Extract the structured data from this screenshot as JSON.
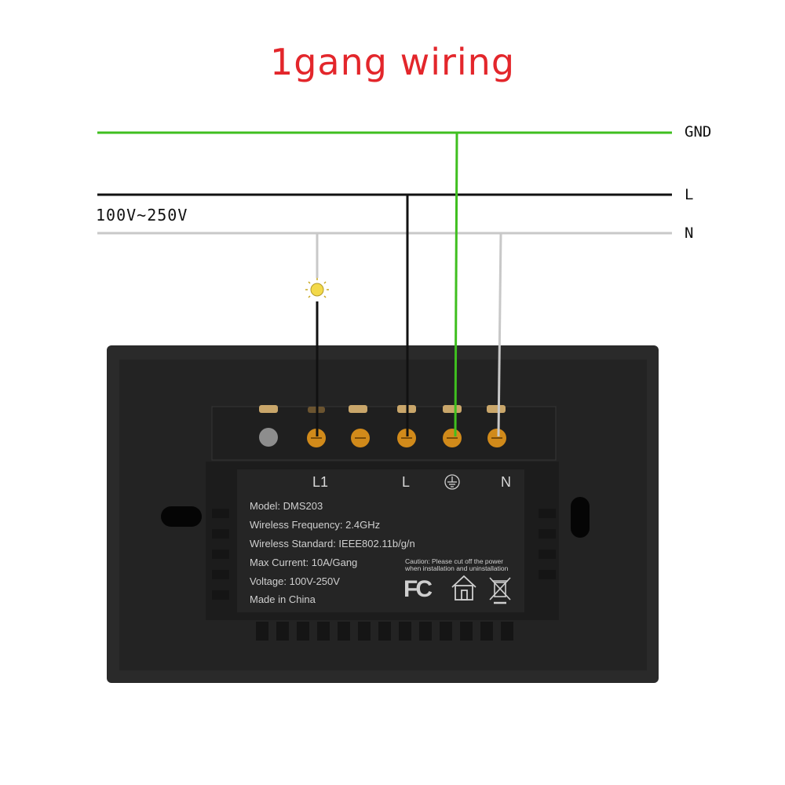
{
  "title": "1gang wiring",
  "lines": {
    "gnd": "GND",
    "l": "L",
    "n": "N",
    "voltage": "100V~250V"
  },
  "terminals": {
    "l1": "L1",
    "l": "L",
    "n": "N"
  },
  "label_plate": {
    "model": "Model: DMS203",
    "frequency": "Wireless Frequency: 2.4GHz",
    "standard": "Wireless Standard: IEEE802.11b/g/n",
    "current": "Max Current: 10A/Gang",
    "voltage": "Voltage: 100V-250V",
    "origin": "Made in China",
    "caution_line1": "Caution: Please cut off the power",
    "caution_line2": "when installation and uninstallation",
    "fc_mark": "FC"
  },
  "colors": {
    "title": "#e3262b",
    "ground_wire": "#3fbf1f",
    "live_wire": "#111111",
    "neutral_wire": "#c8c8c8",
    "terminal_screw": "#d18a1a"
  }
}
